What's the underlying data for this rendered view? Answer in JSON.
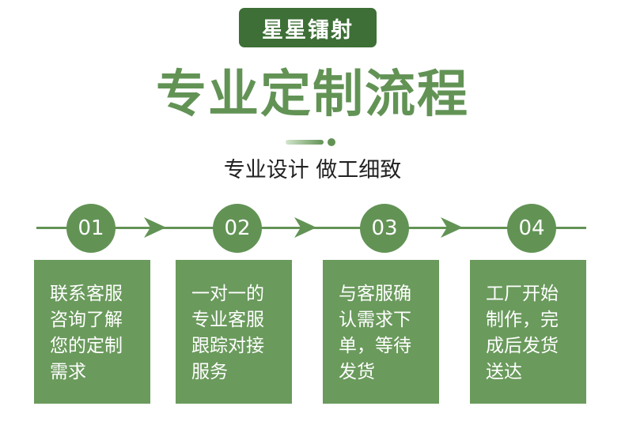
{
  "brand": "星星镭射",
  "title": "专业定制流程",
  "subtitle": "专业设计 做工细致",
  "accent_color": "#629355",
  "card_color": "#6a9a5c",
  "badge_color": "#3d6f36",
  "steps": [
    {
      "number": "01",
      "lines": [
        "联系客服",
        "咨询了解",
        "您的定制",
        "需求"
      ]
    },
    {
      "number": "02",
      "lines": [
        "一对一的",
        "专业客服",
        "跟踪对接",
        "服务"
      ]
    },
    {
      "number": "03",
      "lines": [
        "与客服确",
        "认需求下",
        "单，等待",
        "发货"
      ]
    },
    {
      "number": "04",
      "lines": [
        "工厂开始",
        "制作，完",
        "成后发货",
        "送达"
      ]
    }
  ]
}
